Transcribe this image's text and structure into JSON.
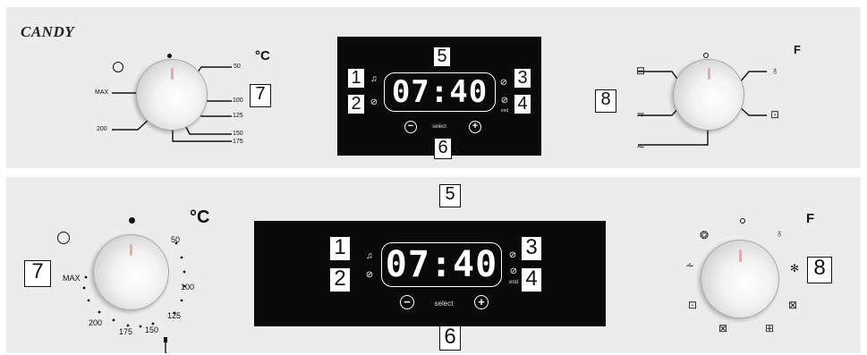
{
  "brand": "CANDY",
  "temp_unit": "°C",
  "func_label": "F",
  "callouts": {
    "c1": "1",
    "c2": "2",
    "c3": "3",
    "c4": "4",
    "c5": "5",
    "c6": "6",
    "c7": "7",
    "c8": "8"
  },
  "display": {
    "time": "07:40",
    "select_label": "select",
    "minus": "⊖",
    "plus": "⊕",
    "end_label": "end"
  },
  "temp_scale": {
    "t50": "50",
    "t100": "100",
    "t125": "125",
    "t150": "150",
    "t175": "175",
    "t200": "200",
    "max": "MAX"
  },
  "icons": {
    "bell": "bell-icon",
    "clock": "clock-icon",
    "cook_time": "cook-time-icon",
    "end_time": "end-time-icon",
    "knob_mark": "knob-indicator",
    "off": "off-circle"
  },
  "colors": {
    "panel": "#ececec",
    "display": "#0a0a0a",
    "knob_mark": "#e7a9a9"
  }
}
